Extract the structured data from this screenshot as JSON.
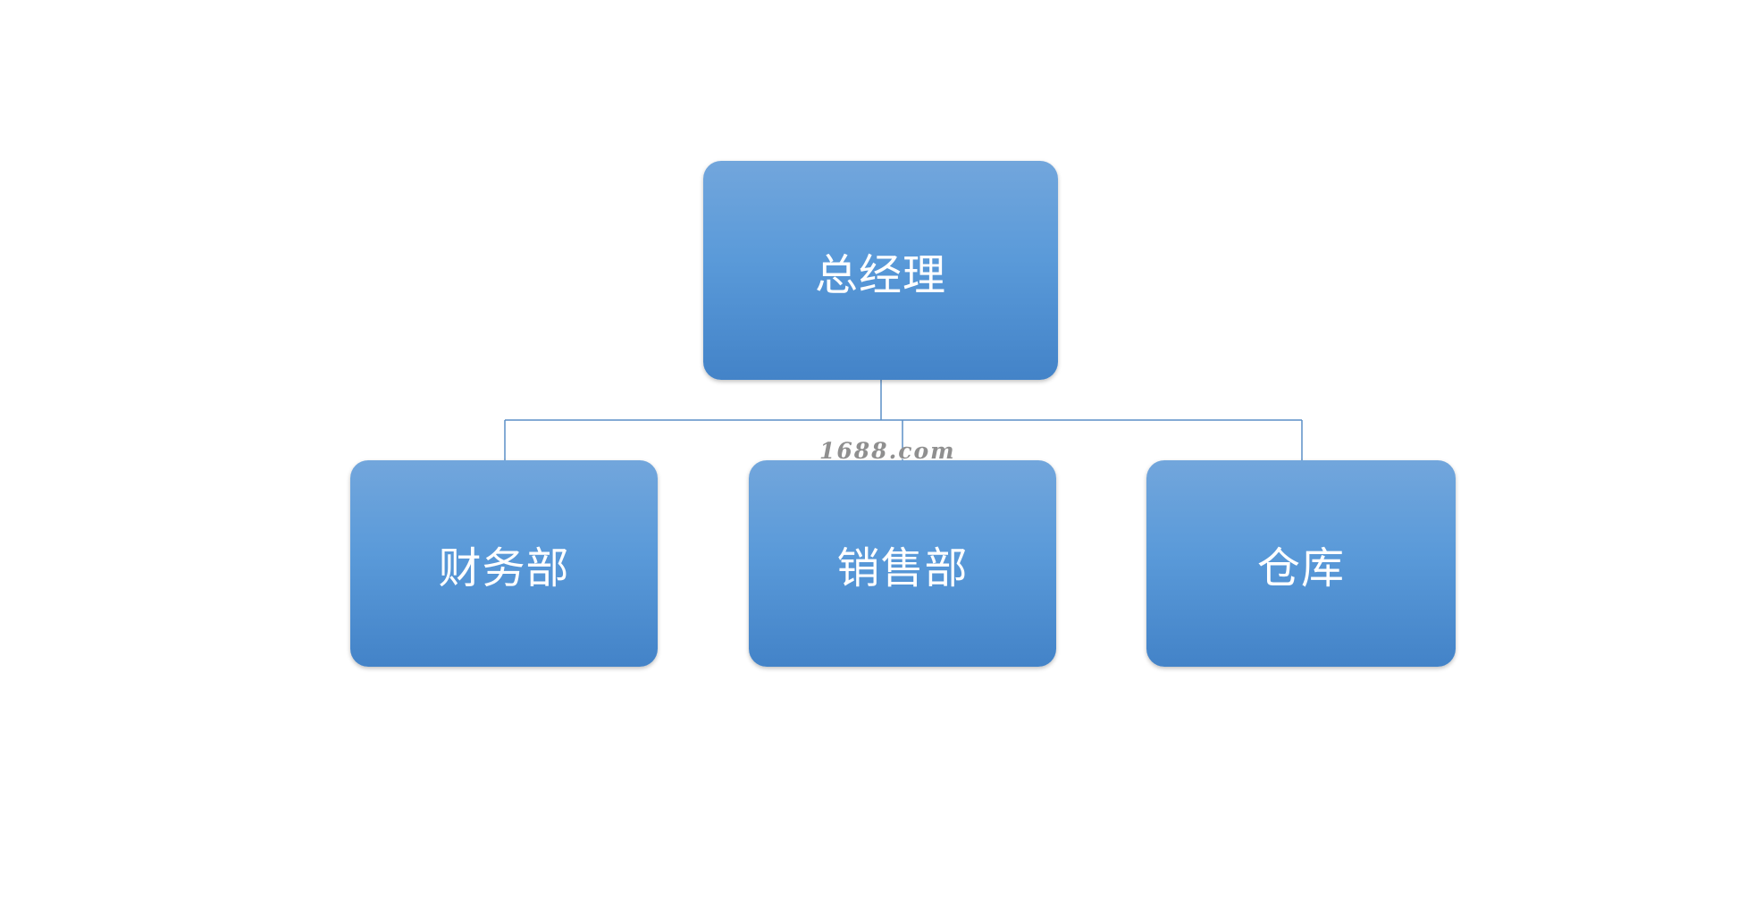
{
  "diagram": {
    "root": {
      "label": "总经理"
    },
    "children": [
      {
        "label": "财务部"
      },
      {
        "label": "销售部"
      },
      {
        "label": "仓库"
      }
    ],
    "connector_color": "#5b8fc7",
    "node_color": "#5b9bd5"
  },
  "watermark": {
    "text": "1688.com"
  }
}
